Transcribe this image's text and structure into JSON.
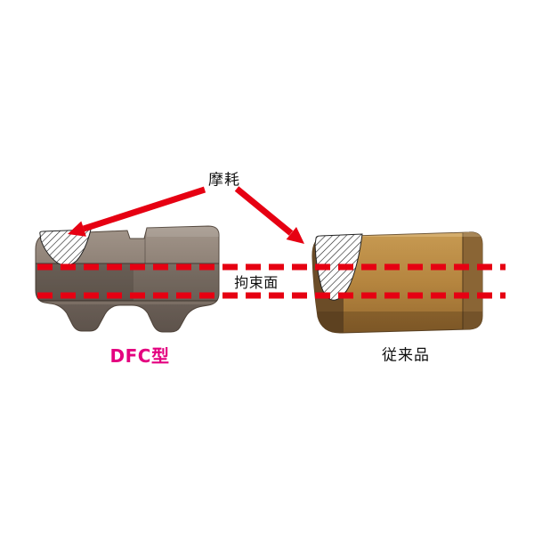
{
  "figure": {
    "background": "#ffffff",
    "labels": {
      "wear": "摩耗",
      "constraint_face": "拘束面",
      "left_product": "DFC型",
      "right_product": "従来品"
    },
    "colors": {
      "annotation_red": "#e60012",
      "dfc_label_magenta": "#e4007f",
      "label_black": "#111111",
      "dfc_insert_gray": "#8a7d72",
      "conventional_insert_tan": "#b5853f",
      "hatch_line": "#1a1a1a"
    }
  }
}
